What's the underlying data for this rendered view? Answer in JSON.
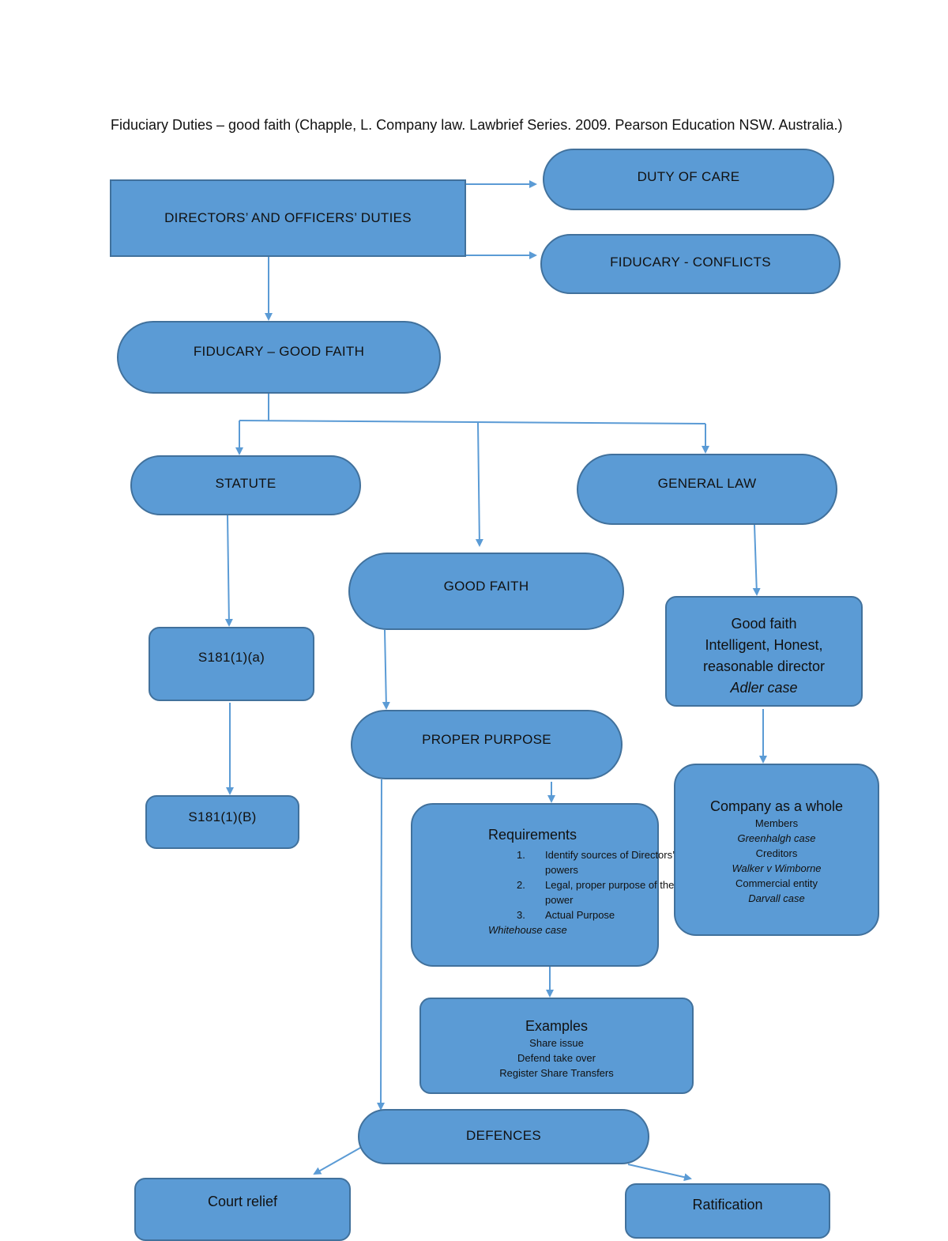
{
  "title": "Fiduciary Duties – good faith (Chapple, L. Company law. Lawbrief Series. 2009. Pearson Education NSW. Australia.)",
  "nodes": {
    "directors_duties": "DIRECTORS’ AND OFFICERS’ DUTIES",
    "duty_of_care": "DUTY OF CARE",
    "fiducary_conflicts": "FIDUCARY - CONFLICTS",
    "fiducary_good_faith": "FIDUCARY – GOOD FAITH",
    "statute": "STATUTE",
    "general_law": "GENERAL LAW",
    "good_faith": "GOOD FAITH",
    "s181_a": "S181(1)(a)",
    "s181_b": "S181(1)(B)",
    "general_law_detail": {
      "line1": "Good faith",
      "line2": "Intelligent, Honest,",
      "line3": "reasonable director",
      "case": "Adler case"
    },
    "proper_purpose": "PROPER PURPOSE",
    "requirements": {
      "heading": "Requirements",
      "items": [
        {
          "num": "1.",
          "text": "Identify sources of Directors’ powers"
        },
        {
          "num": "2.",
          "text": "Legal, proper purpose of the power"
        },
        {
          "num": "3.",
          "text": "Actual Purpose"
        }
      ],
      "case": "Whitehouse case"
    },
    "company_whole": {
      "heading": "Company as a whole",
      "members": "Members",
      "members_case": "Greenhalgh case",
      "creditors": "Creditors",
      "creditors_case": "Walker v Wimborne",
      "commercial": "Commercial entity",
      "commercial_case": "Darvall case"
    },
    "examples": {
      "heading": "Examples",
      "items": [
        "Share issue",
        "Defend take over",
        "Register Share Transfers"
      ]
    },
    "defences": "DEFENCES",
    "court_relief": "Court relief",
    "ratification": "Ratification"
  },
  "colors": {
    "fill": "#5b9bd5",
    "border": "#41719c",
    "arrow": "#5b9bd5"
  }
}
